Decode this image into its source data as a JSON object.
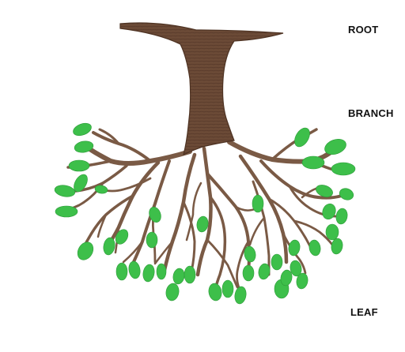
{
  "labels": {
    "root": "ROOT",
    "branch": "BRANCH",
    "leaf": "LEAF"
  },
  "colors": {
    "trunk": "#6b4a36",
    "trunk_dark": "#4e3323",
    "branch": "#7a5a45",
    "leaf": "#3dbf4a",
    "leaf_dark": "#2c9a38",
    "label": "#111111",
    "background": "#ffffff"
  }
}
